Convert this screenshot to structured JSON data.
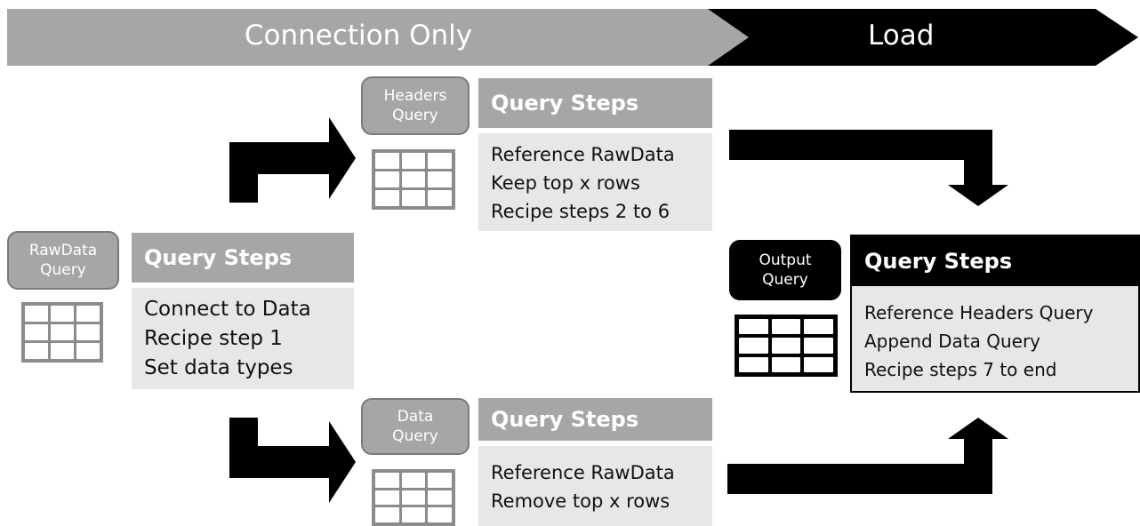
{
  "banner": {
    "connection_only": "Connection Only",
    "load": "Load"
  },
  "queries": {
    "rawdata": {
      "label_line1": "RawData",
      "label_line2": "Query",
      "steps_title": "Query Steps",
      "steps": [
        "Connect to Data",
        "Recipe step 1",
        "Set data types"
      ]
    },
    "headers": {
      "label_line1": "Headers",
      "label_line2": "Query",
      "steps_title": "Query Steps",
      "steps": [
        "Reference RawData",
        "Keep top x rows",
        "Recipe steps 2 to 6"
      ]
    },
    "data": {
      "label_line1": "Data",
      "label_line2": "Query",
      "steps_title": "Query Steps",
      "steps": [
        "Reference RawData",
        "Remove top x rows"
      ]
    },
    "output": {
      "label_line1": "Output",
      "label_line2": "Query",
      "steps_title": "Query Steps",
      "steps": [
        "Reference Headers Query",
        "Append Data Query",
        "Recipe steps 7 to end"
      ]
    }
  },
  "colors": {
    "banner_gray": "#a6a6a6",
    "banner_black": "#000000",
    "panel_head_gray": "#a6a6a6",
    "panel_body": "#e7e7e7",
    "icon_gray": "#8c8c8c",
    "arrow": "#000000"
  }
}
